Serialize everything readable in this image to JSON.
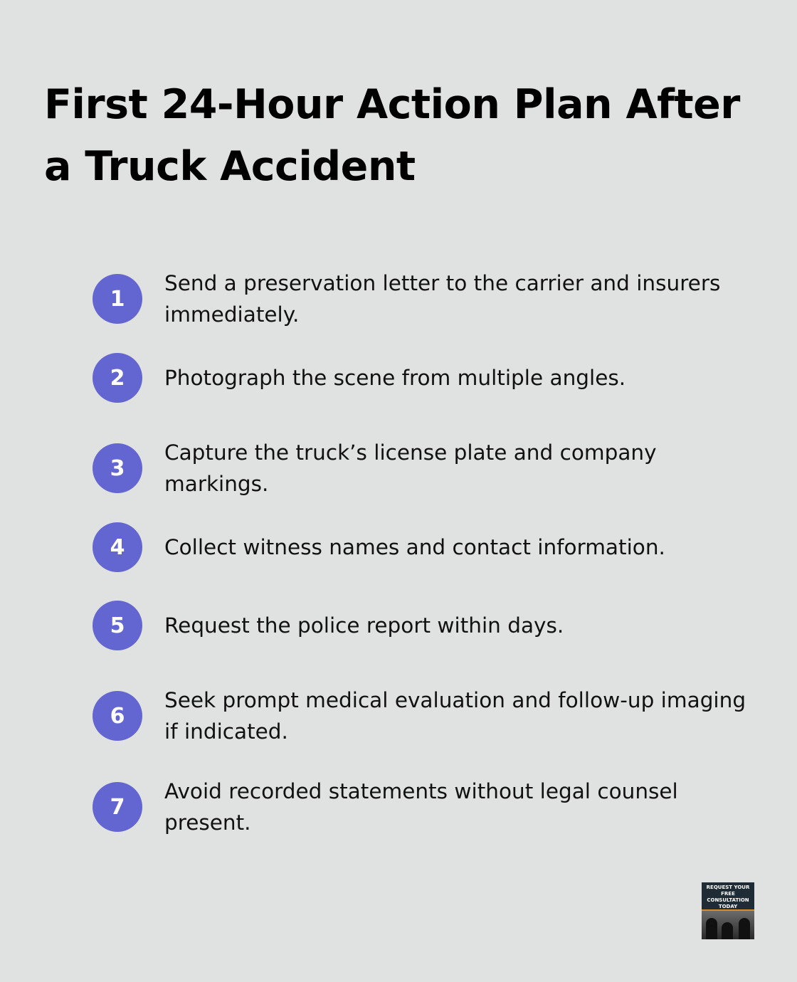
{
  "title": "First 24-Hour Action Plan After a Truck Accident",
  "steps": [
    {
      "number": "1",
      "text": "Send a preservation letter to the carrier and insurers immediately."
    },
    {
      "number": "2",
      "text": "Photograph the scene from multiple angles."
    },
    {
      "number": "3",
      "text": "Capture the truck’s license plate and company markings."
    },
    {
      "number": "4",
      "text": "Collect witness names and contact information."
    },
    {
      "number": "5",
      "text": "Request the police report within days."
    },
    {
      "number": "6",
      "text": "Seek prompt medical evaluation and follow-up imaging if indicated."
    },
    {
      "number": "7",
      "text": "Avoid recorded statements without legal counsel present."
    }
  ],
  "promo": {
    "text": "REQUEST YOUR FREE CONSULTATION TODAY"
  },
  "colors": {
    "background": "#e0e2e1",
    "accent": "#6366d1",
    "text": "#111111"
  }
}
